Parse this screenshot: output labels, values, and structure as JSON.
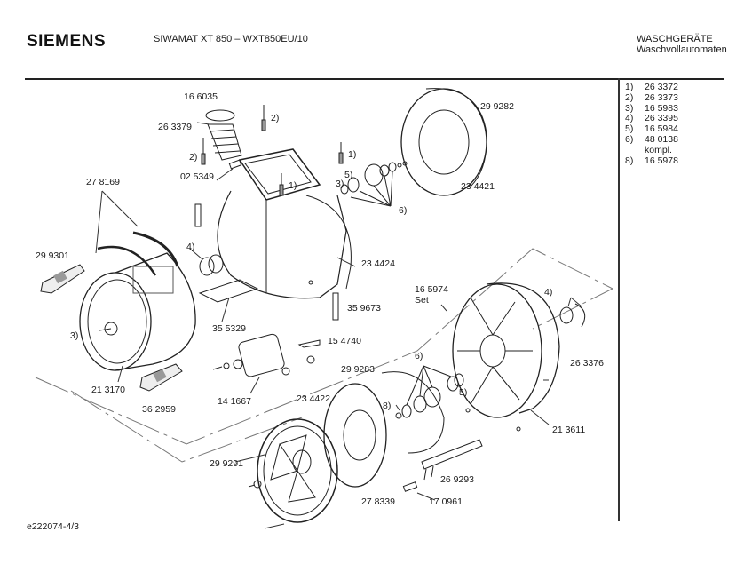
{
  "header": {
    "brand": "SIEMENS",
    "model": "SIWAMAT XT 850 – WXT850EU/10",
    "category": "WASCHGERÄTE",
    "subcategory": "Waschvollautomaten"
  },
  "legend": [
    {
      "key": "1)",
      "value": "26 3372"
    },
    {
      "key": "2)",
      "value": "26 3373"
    },
    {
      "key": "3)",
      "value": "16 5983"
    },
    {
      "key": "4)",
      "value": "26 3395"
    },
    {
      "key": "5)",
      "value": "16 5984"
    },
    {
      "key": "6)",
      "value": "48 0138"
    },
    {
      "key": "",
      "value": "kompl."
    },
    {
      "key": "8)",
      "value": "16 5978"
    }
  ],
  "parts": {
    "p166035": "16 6035",
    "p263379": "26 3379",
    "p025349": "02 5349",
    "p278169": "27 8169",
    "p299301": "29 9301",
    "p299282": "29 9282",
    "p234421": "23 4421",
    "p234424": "23 4424",
    "p355329": "35 5329",
    "p359673": "35 9673",
    "p165974": "16 5974",
    "p165974b": "Set",
    "p154740": "15 4740",
    "p213170": "21 3170",
    "p362959": "36 2959",
    "p141667": "14 1667",
    "p299283": "29 9283",
    "p234422": "23 4422",
    "p263376": "26 3376",
    "p213611": "21 3611",
    "p299291": "29 9291",
    "p269293": "26 9293",
    "p278339": "27 8339",
    "p170961": "17 0961"
  },
  "callouts": {
    "c2a": "2)",
    "c2b": "2)",
    "c1a": "1)",
    "c1b": "1)",
    "c5a": "5)",
    "c3a": "3)",
    "c6a": "6)",
    "c4a": "4)",
    "c3b": "3)",
    "c4b": "4)",
    "c6b": "6)",
    "c5b": "5)",
    "c8a": "8)"
  },
  "footer": {
    "doc_id": "e222074-4/3"
  }
}
